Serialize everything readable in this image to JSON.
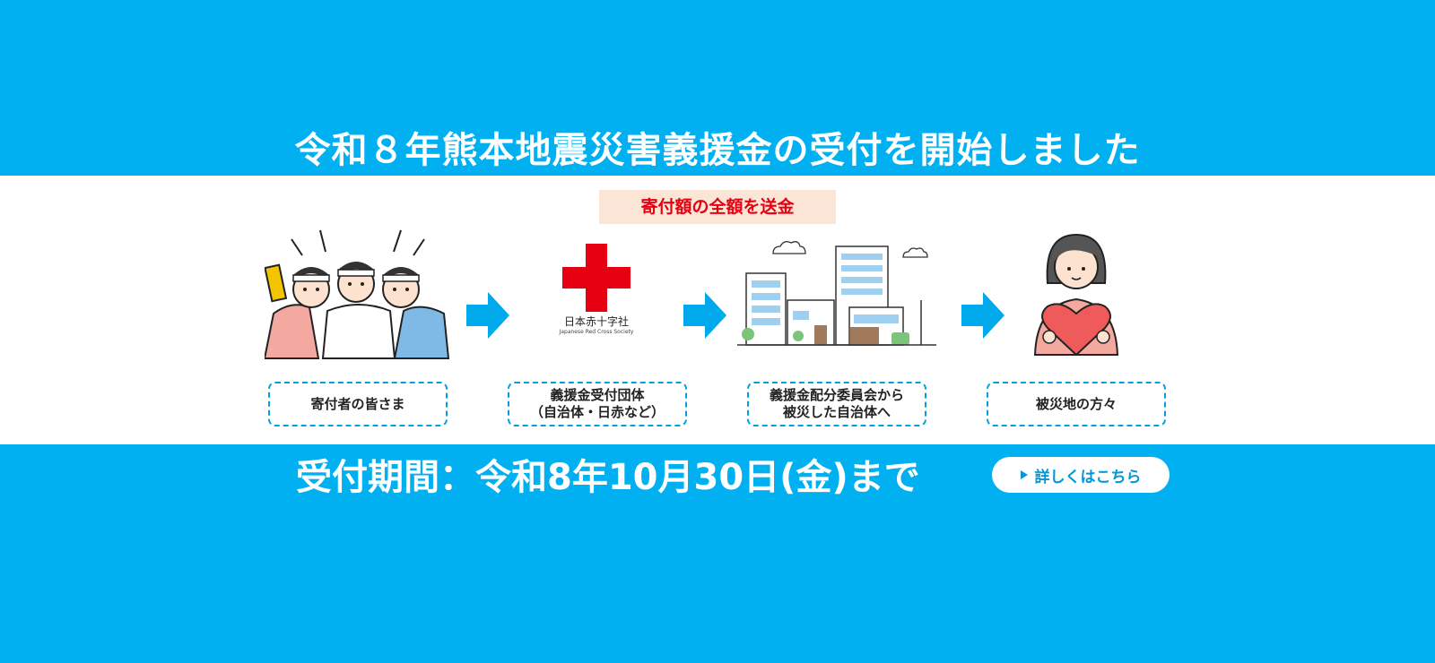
{
  "header": {
    "title": "令和８年熊本地震災害義援金の受付を開始しました"
  },
  "flow": {
    "note": "寄付額の全額を送金",
    "jrc": {
      "name_jp": "日本赤十字社",
      "name_en": "Japanese Red Cross Society"
    },
    "steps": [
      {
        "label": "寄付者の皆さま"
      },
      {
        "label": "義援金受付団体\n（自治体・日赤など）"
      },
      {
        "label": "義援金配分委員会から\n被災した自治体へ"
      },
      {
        "label": "被災地の方々"
      }
    ]
  },
  "footer": {
    "period": "受付期間：令和8年10月30日(金)まで",
    "details_button": "詳しくはこちら"
  },
  "colors": {
    "accent": "#00b0f0",
    "red": "#e60012",
    "note_bg": "#fbe5d6"
  },
  "icons": [
    "donors-illustration",
    "red-cross-icon",
    "buildings-illustration",
    "person-heart-illustration",
    "arrow-right-icon",
    "play-triangle-icon"
  ]
}
